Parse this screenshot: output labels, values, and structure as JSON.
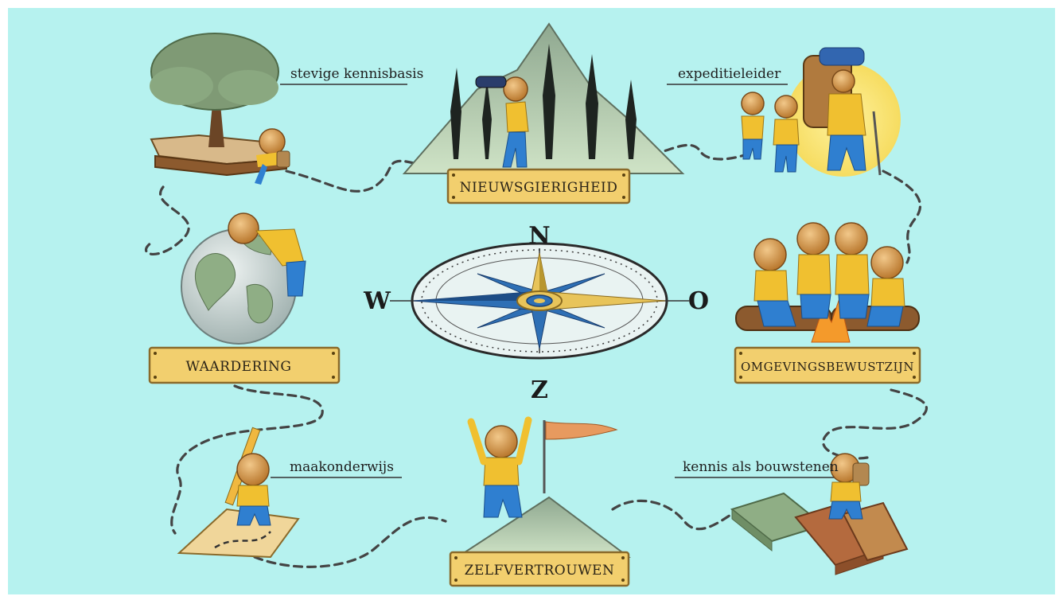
{
  "compass": {
    "north": "N",
    "east": "O",
    "south": "Z",
    "west": "W"
  },
  "signs": {
    "top": "NIEUWSGIERIGHEID",
    "left": "WAARDERING",
    "right": "OMGEVINGSBEWUSTZIJN",
    "bottom": "ZELFVERTROUWEN"
  },
  "captions": {
    "top_left": "stevige kennisbasis",
    "top_right": "expeditieleider",
    "bottom_left": "maakonderwijs",
    "bottom_right": "kennis als bouwstenen"
  },
  "colors": {
    "background": "#b6f2ef",
    "plank": "#f2cf6e",
    "plank_border": "#8a6a2a",
    "character_shirt": "#f0c030",
    "character_pants": "#2f7fd0",
    "compass_blue": "#2e6fb5",
    "compass_gold": "#e8c45a"
  }
}
